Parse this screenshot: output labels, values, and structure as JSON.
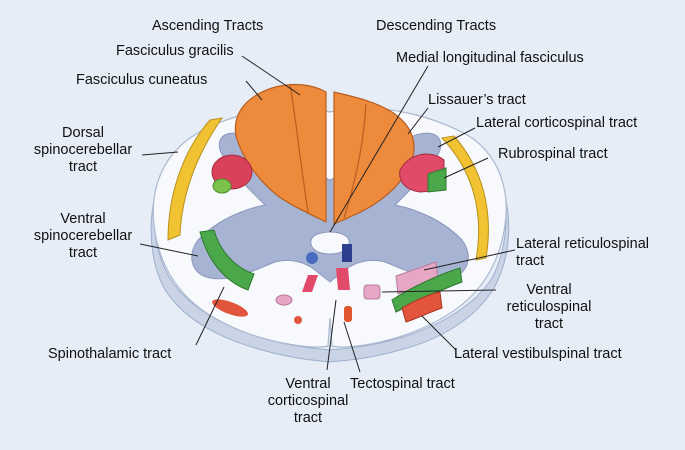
{
  "headers": {
    "ascending": "Ascending Tracts",
    "descending": "Descending Tracts"
  },
  "labels": {
    "fasciculus_gracilis": "Fasciculus gracilis",
    "fasciculus_cuneatus": "Fasciculus cuneatus",
    "dorsal_spinocerebellar": "Dorsal\nspinocerebellar\ntract",
    "ventral_spinocerebellar": "Ventral\nspinocerebellar\ntract",
    "spinothalamic": "Spinothalamic tract",
    "ventral_corticospinal": "Ventral\ncorticospinal\ntract",
    "tectospinal": "Tectospinal tract",
    "medial_longitudinal": "Medial longitudinal fasciculus",
    "lissauer": "Lissauer’s tract",
    "lateral_corticospinal": "Lateral corticospinal tract",
    "rubrospinal": "Rubrospinal tract",
    "lateral_reticulospinal": "Lateral reticulospinal\ntract",
    "ventral_reticulospinal": "Ventral\nreticulospinal\ntract",
    "lateral_vestibulospinal": "Lateral vestibulspinal tract"
  },
  "colors": {
    "background": "#e6edf7",
    "cord_white_matter": "#f7f9fc",
    "cord_rim": "#c9d4e6",
    "gray_matter": "#a7b3d2",
    "dorsal_columns": "#ee8a3c",
    "dorsal_spinocerebellar": "#f1c232",
    "ventral_spinocerebellar": "#4aa84a",
    "rubrospinal": "#d9415a",
    "lateral_corticospinal": "#e24a6a",
    "reticulospinal": "#e6a6c6",
    "vestibulospinal": "#e2543c",
    "tectospinal": "#e0562e",
    "medial_longitudinal": "#2f3f8f"
  }
}
